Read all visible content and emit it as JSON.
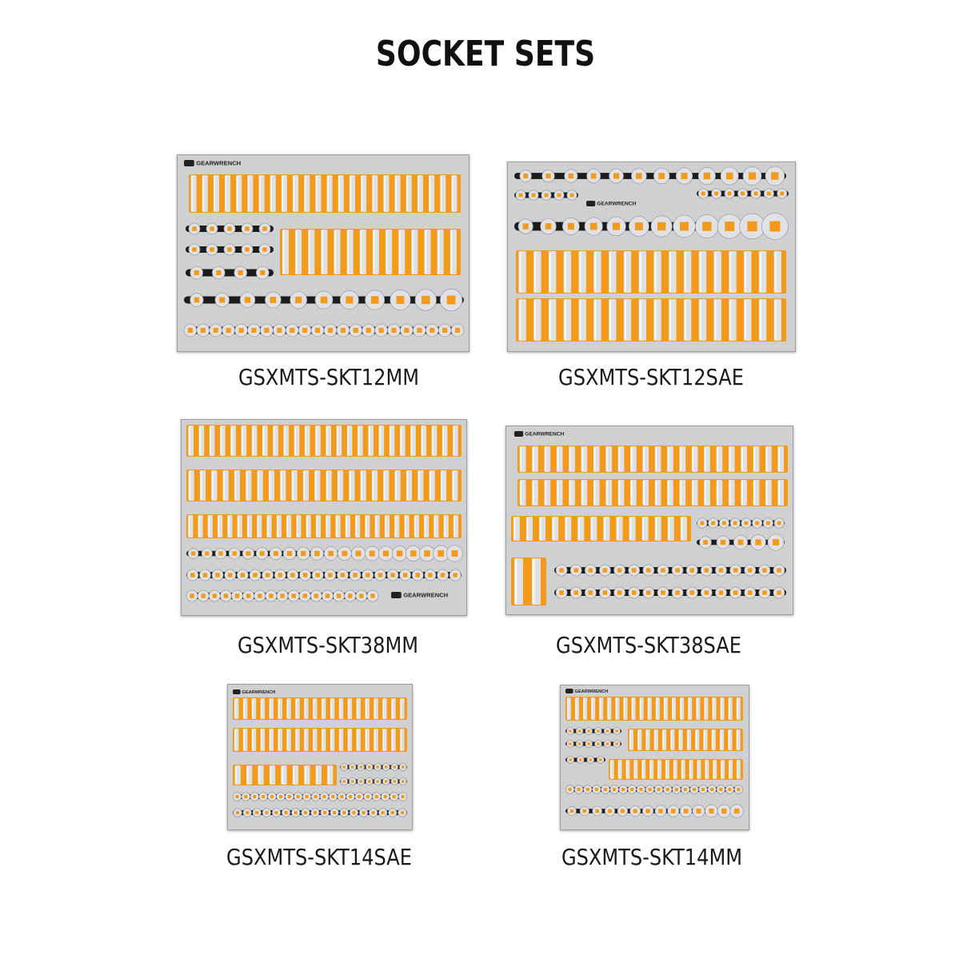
{
  "page": {
    "title": "SOCKET SETS"
  },
  "colors": {
    "foam": "#cfd0d2",
    "channel": "#1c1c1c",
    "accent": "#f39a1a",
    "socket": "#dfe1e4"
  },
  "brand": {
    "label": "GEARWRENCH"
  },
  "trays": [
    {
      "caption": "GSXMTS-SKT12MM"
    },
    {
      "caption": "GSXMTS-SKT12SAE"
    },
    {
      "caption": "GSXMTS-SKT38MM"
    },
    {
      "caption": "GSXMTS-SKT38SAE"
    },
    {
      "caption": "GSXMTS-SKT14SAE"
    },
    {
      "caption": "GSXMTS-SKT14MM"
    }
  ]
}
